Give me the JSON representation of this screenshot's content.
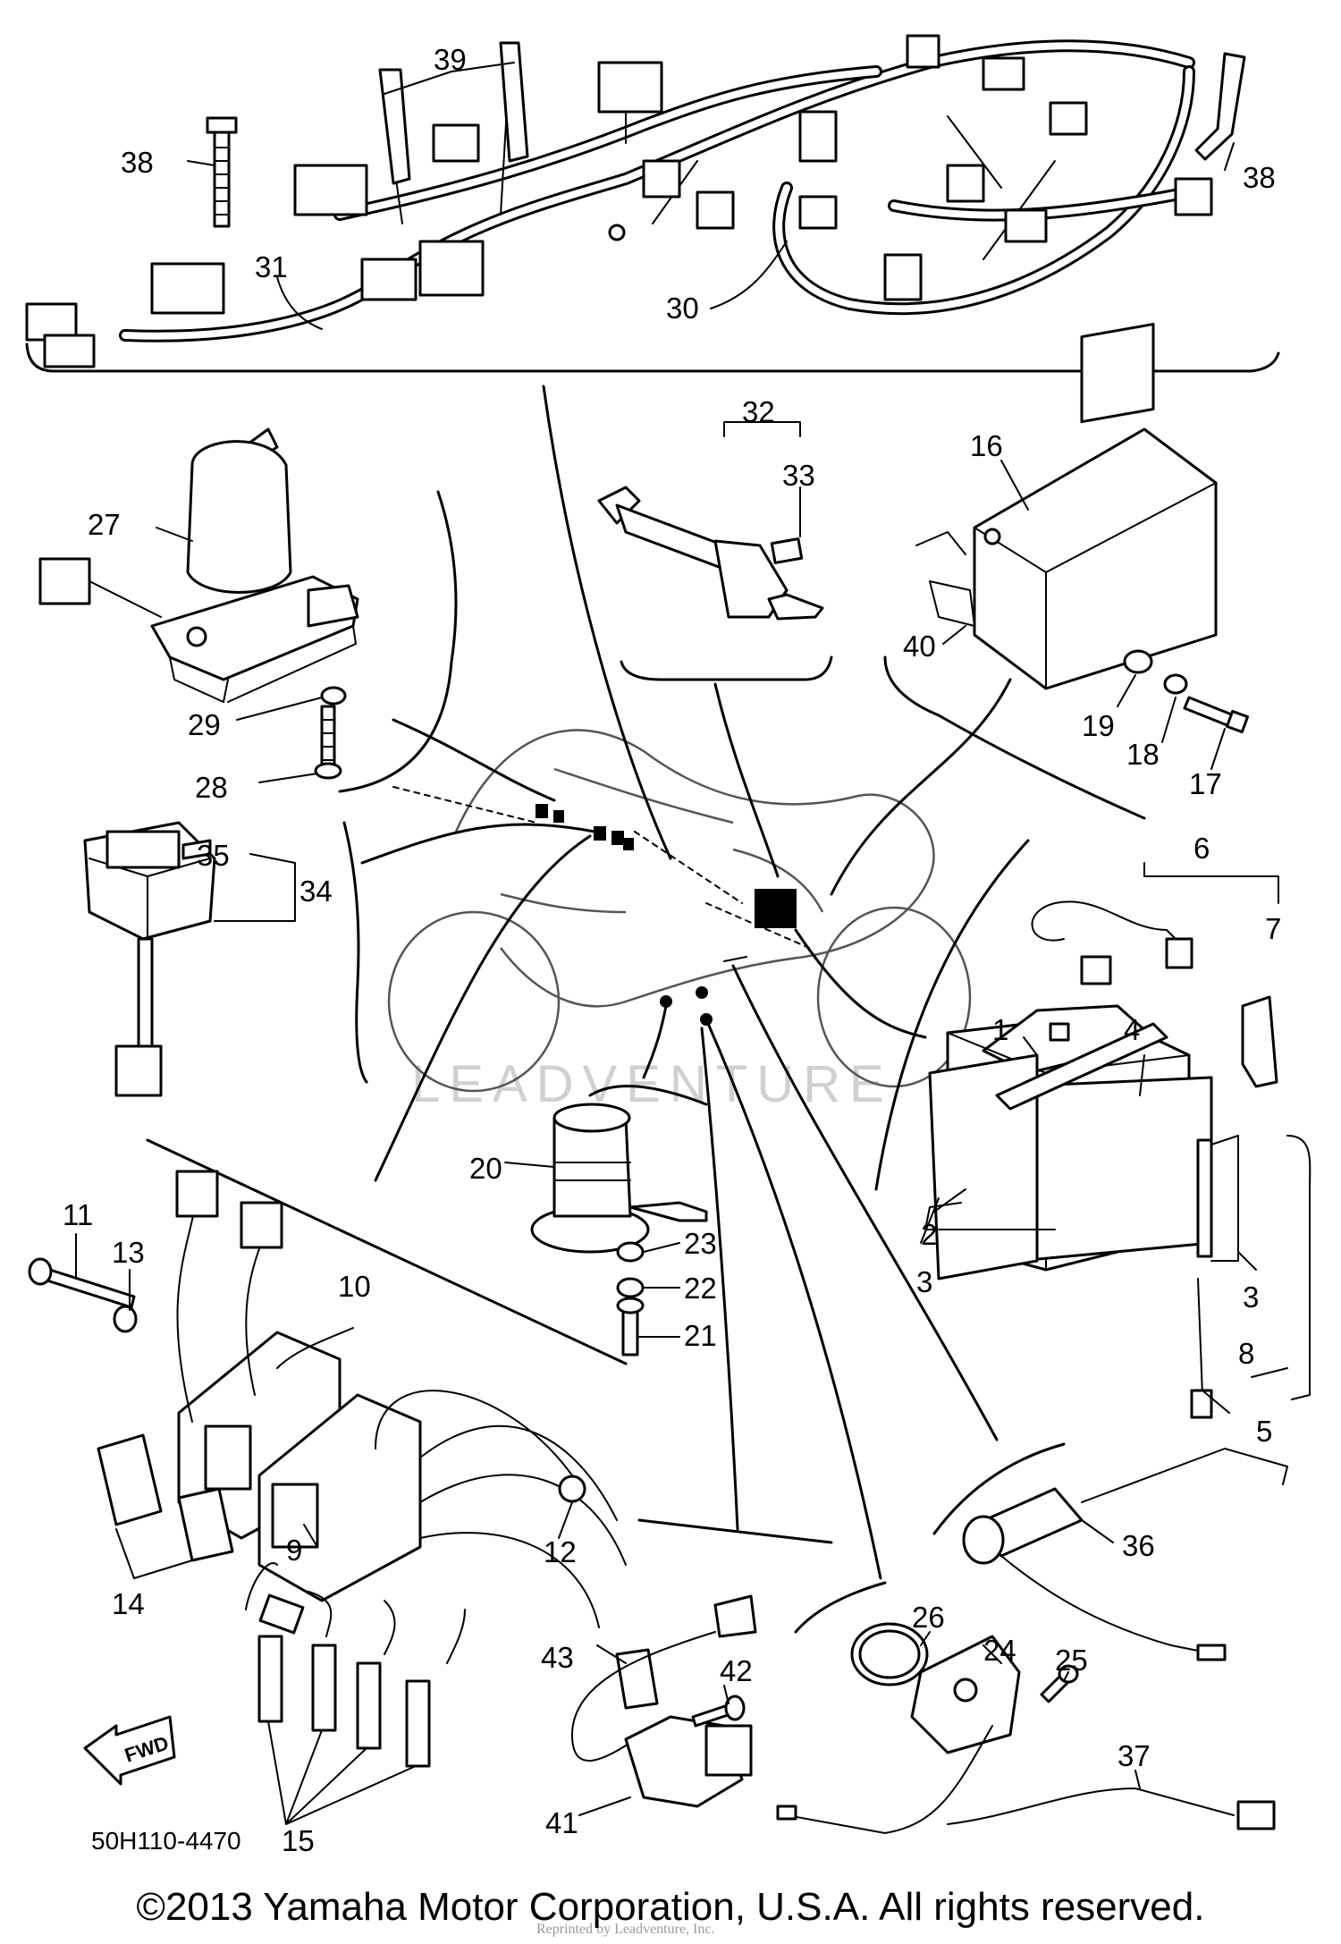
{
  "diagram_code": "50H110-4470",
  "copyright": "©2013 Yamaha Motor Corporation, U.S.A. All rights reserved.",
  "watermark": "LEADVENTURE",
  "watermark_small": "Reprinted by Leadventure, Inc.",
  "fwd_label": "FWD",
  "callouts": {
    "c1": "1",
    "c2": "2",
    "c3a": "3",
    "c3b": "3",
    "c4": "4",
    "c5": "5",
    "c6": "6",
    "c7": "7",
    "c8": "8",
    "c9": "9",
    "c10": "10",
    "c11": "11",
    "c12": "12",
    "c13": "13",
    "c14": "14",
    "c15": "15",
    "c16": "16",
    "c17": "17",
    "c18": "18",
    "c19": "19",
    "c20": "20",
    "c21": "21",
    "c22": "22",
    "c23": "23",
    "c24": "24",
    "c25": "25",
    "c26": "26",
    "c27": "27",
    "c28": "28",
    "c29": "29",
    "c30": "30",
    "c31": "31",
    "c32": "32",
    "c33": "33",
    "c34": "34",
    "c35": "35",
    "c36": "36",
    "c37": "37",
    "c38a": "38",
    "c38b": "38",
    "c39": "39",
    "c40": "40",
    "c41": "41",
    "c42": "42",
    "c43": "43"
  }
}
